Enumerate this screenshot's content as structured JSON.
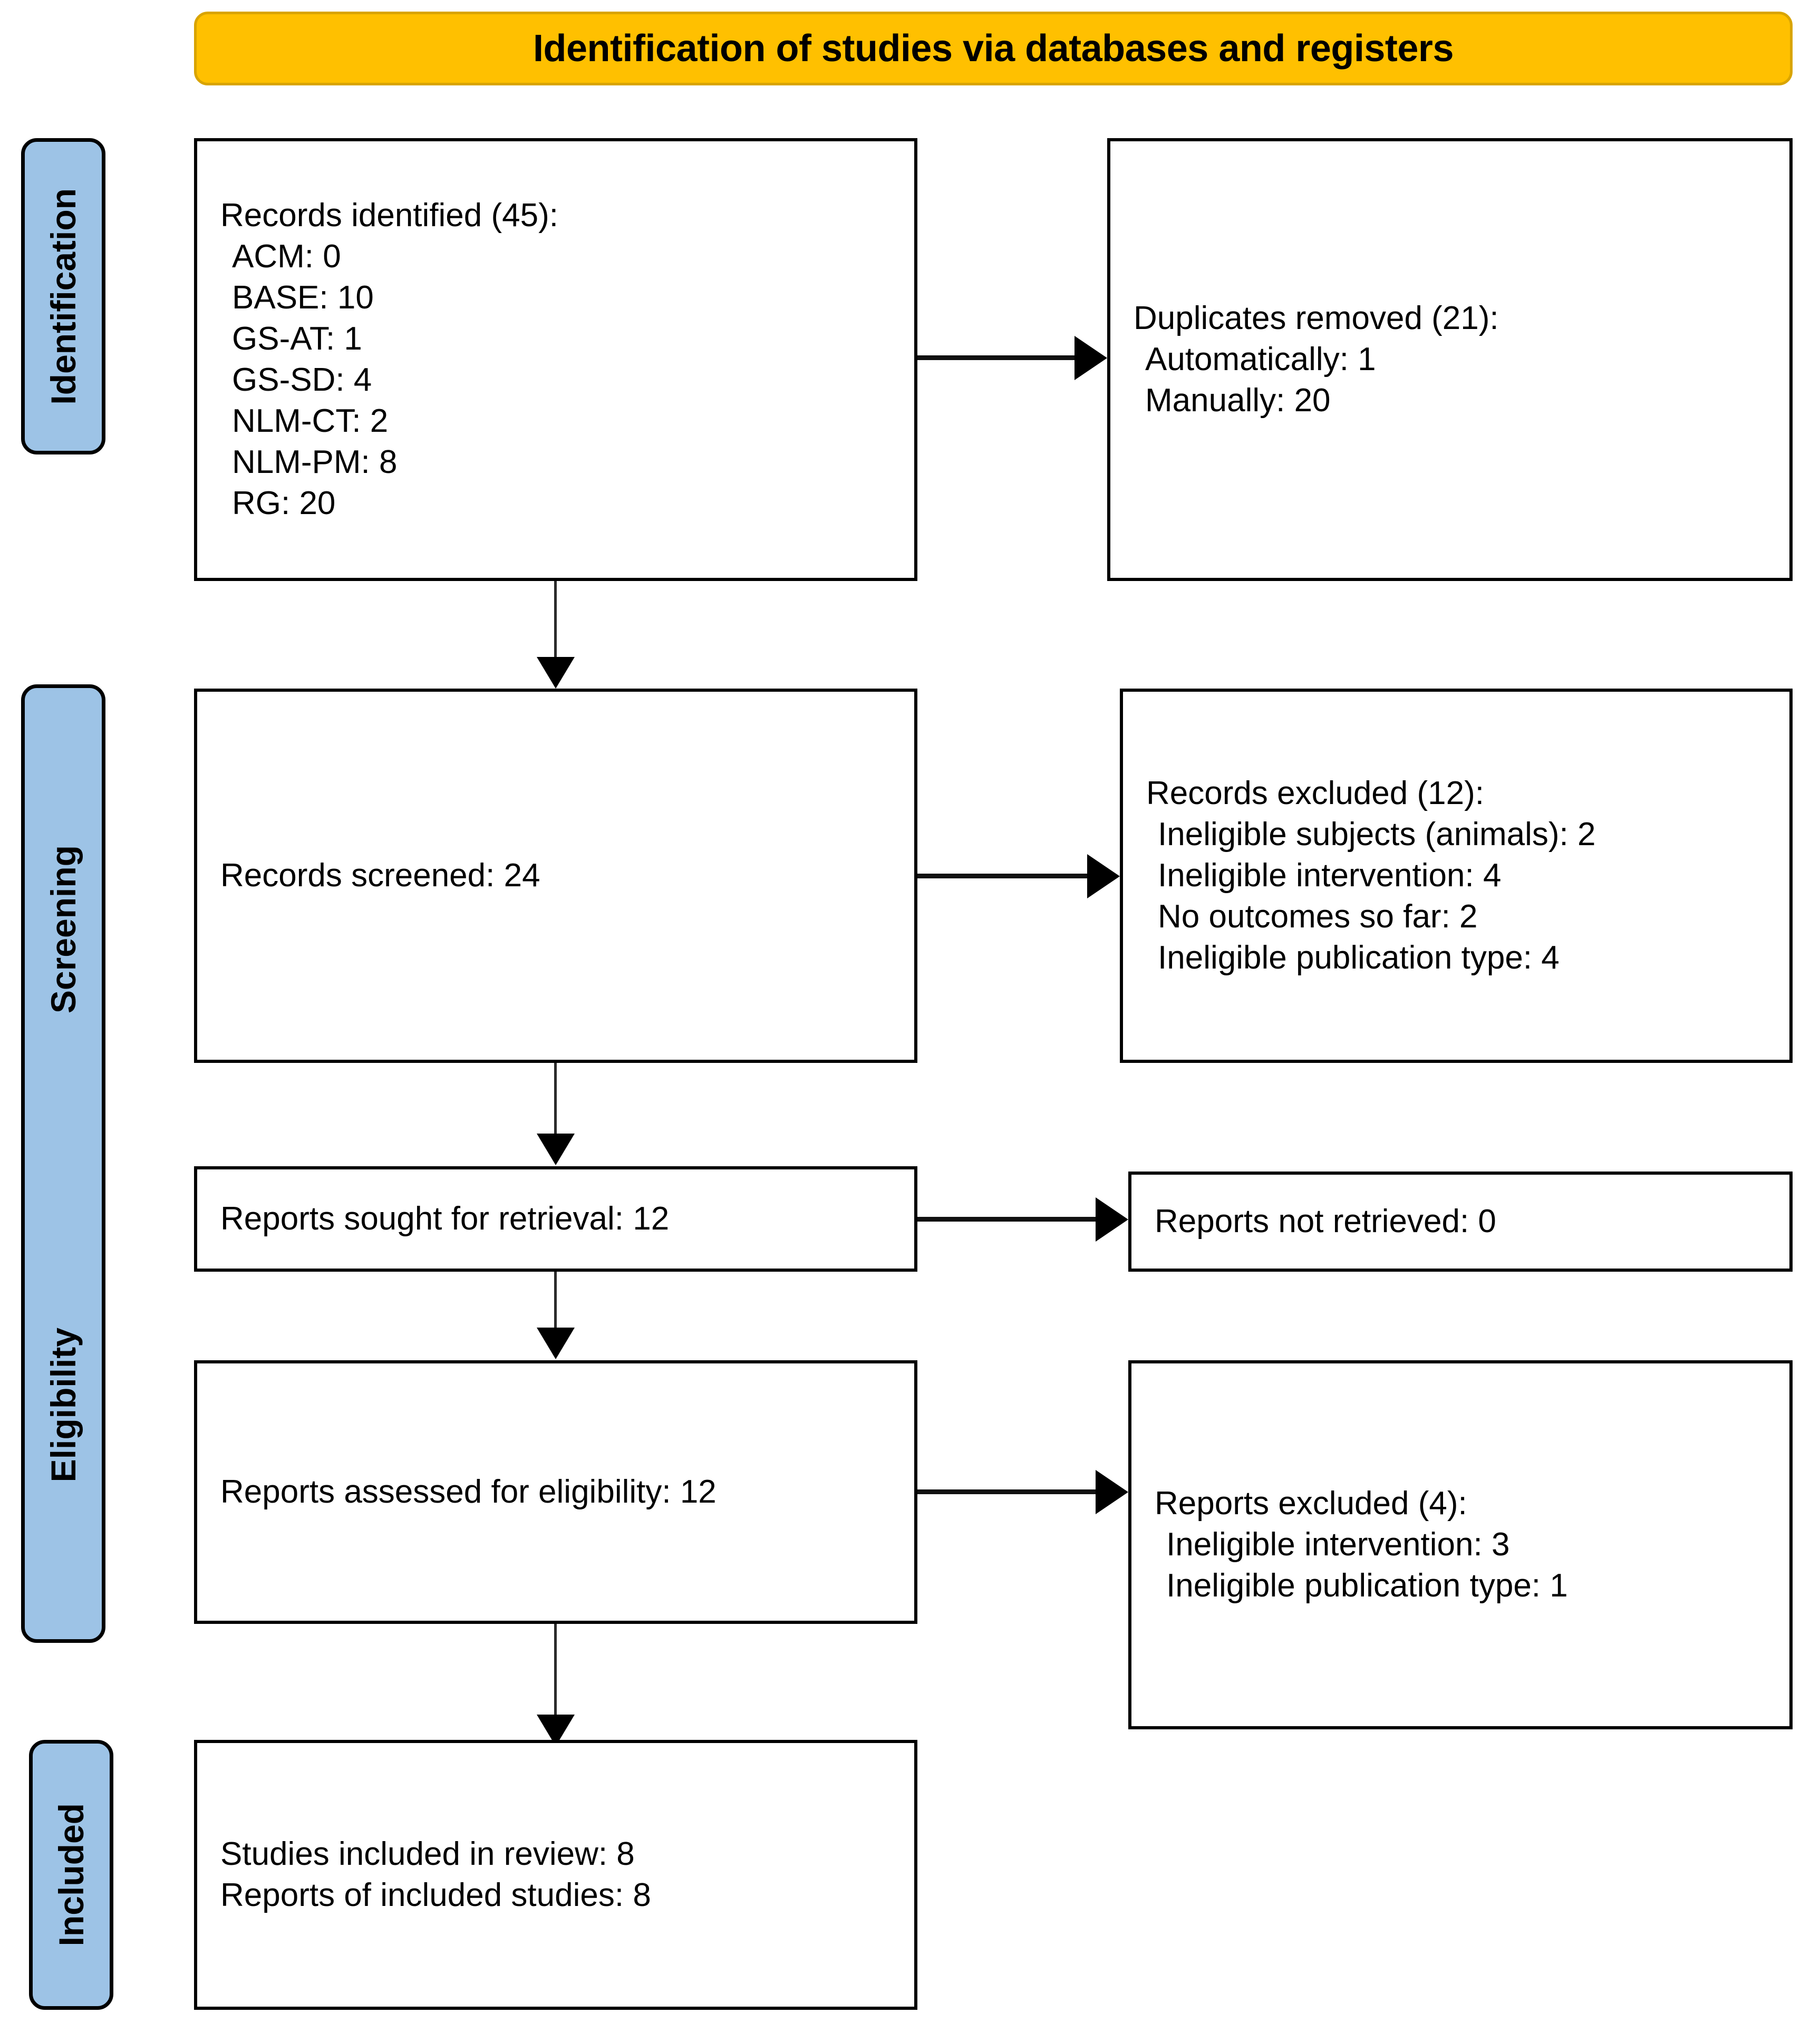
{
  "colors": {
    "accent_banner": "#FFC000",
    "stage_bar": "#9DC3E6",
    "box_border": "#000000",
    "text": "#000000"
  },
  "header": {
    "title": "Identification of studies via databases and registers"
  },
  "stages": [
    {
      "id": "identification",
      "label": "Identification"
    },
    {
      "id": "screening",
      "label": "Screening"
    },
    {
      "id": "eligibility",
      "label": "Eligibility"
    },
    {
      "id": "included",
      "label": "Included"
    }
  ],
  "boxes": {
    "records_identified": {
      "title": "Records identified (45):",
      "items": [
        "ACM: 0",
        "BASE: 10",
        "GS-AT: 1",
        "GS-SD: 4",
        "NLM-CT: 2",
        "NLM-PM: 8",
        "RG: 20"
      ]
    },
    "duplicates_removed": {
      "title": "Duplicates removed (21):",
      "items": [
        "Automatically: 1",
        "Manually: 20"
      ]
    },
    "records_screened": {
      "title": "Records screened: 24"
    },
    "records_excluded": {
      "title": "Records excluded (12):",
      "items": [
        "Ineligible subjects (animals): 2",
        "Ineligible intervention: 4",
        "No outcomes so far: 2",
        "Ineligible publication type: 4"
      ]
    },
    "reports_sought": {
      "title": "Reports sought for retrieval: 12"
    },
    "reports_not_retrieved": {
      "title": "Reports not retrieved: 0"
    },
    "reports_assessed": {
      "title": "Reports assessed for eligibility: 12"
    },
    "reports_excluded": {
      "title": "Reports excluded (4):",
      "items": [
        "Ineligible intervention: 3",
        "Ineligible publication type: 1"
      ]
    },
    "included": {
      "line1": "Studies included in review: 8",
      "line2": "Reports of included studies: 8"
    }
  },
  "chart_data": {
    "type": "table",
    "title": "Identification of studies via databases and registers",
    "flow": [
      {
        "stage": "Identification",
        "node": "Records identified",
        "value": 45,
        "breakdown": {
          "ACM": 0,
          "BASE": 10,
          "GS-AT": 1,
          "GS-SD": 4,
          "NLM-CT": 2,
          "NLM-PM": 8,
          "RG": 20
        }
      },
      {
        "stage": "Identification",
        "node": "Duplicates removed",
        "value": 21,
        "breakdown": {
          "Automatically": 1,
          "Manually": 20
        }
      },
      {
        "stage": "Screening",
        "node": "Records screened",
        "value": 24
      },
      {
        "stage": "Screening",
        "node": "Records excluded",
        "value": 12,
        "breakdown": {
          "Ineligible subjects (animals)": 2,
          "Ineligible intervention": 4,
          "No outcomes so far": 2,
          "Ineligible publication type": 4
        }
      },
      {
        "stage": "Eligibility",
        "node": "Reports sought for retrieval",
        "value": 12
      },
      {
        "stage": "Eligibility",
        "node": "Reports not retrieved",
        "value": 0
      },
      {
        "stage": "Eligibility",
        "node": "Reports assessed for eligibility",
        "value": 12
      },
      {
        "stage": "Eligibility",
        "node": "Reports excluded",
        "value": 4,
        "breakdown": {
          "Ineligible intervention": 3,
          "Ineligible publication type": 1
        }
      },
      {
        "stage": "Included",
        "node": "Studies included in review",
        "value": 8
      },
      {
        "stage": "Included",
        "node": "Reports of included studies",
        "value": 8
      }
    ]
  }
}
